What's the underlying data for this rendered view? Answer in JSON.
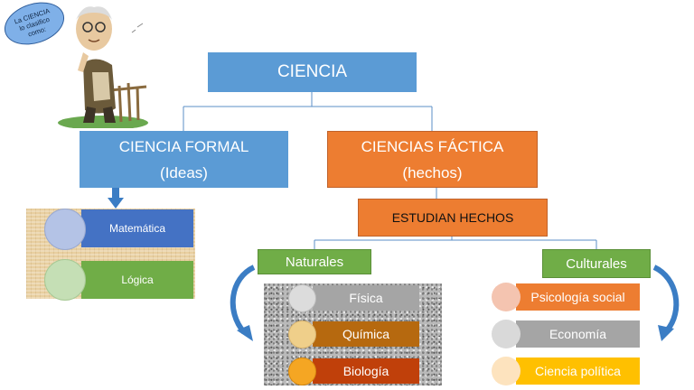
{
  "speech_bubble": {
    "text": "La CIENCIA lo clasifico como:"
  },
  "root": {
    "label": "CIENCIA"
  },
  "formal": {
    "line1": "CIENCIA FORMAL",
    "line2": "(Ideas)"
  },
  "factica": {
    "line1": "CIENCIAS FÁCTICA",
    "line2": "(hechos)"
  },
  "estudian": {
    "label": "ESTUDIAN HECHOS"
  },
  "naturales": {
    "label": "Naturales"
  },
  "culturales": {
    "label": "Culturales"
  },
  "formal_items": [
    {
      "label": "Matemática",
      "color": "#4472c4",
      "circle": "#b4c3e6"
    },
    {
      "label": "Lógica",
      "color": "#70ad47",
      "circle": "#c5dfb5"
    }
  ],
  "natural_items": [
    {
      "label": "Física",
      "color": "#a5a5a5",
      "circle": "#dcdcdc"
    },
    {
      "label": "Química",
      "color": "#b6690f",
      "circle": "#efcf8a"
    },
    {
      "label": "Biología",
      "color": "#c0400a",
      "circle": "#f5a623"
    }
  ],
  "cultural_items": [
    {
      "label": "Psicología social",
      "color": "#ed7d31",
      "circle": "#f4c4b0"
    },
    {
      "label": "Economía",
      "color": "#a5a5a5",
      "circle": "#d9d9d9"
    },
    {
      "label": "Ciencia política",
      "color": "#ffc000",
      "circle": "#fde3be"
    }
  ],
  "colors": {
    "blue": "#5b9bd5",
    "orange": "#ed7d31",
    "green": "#70ad47",
    "arrow": "#3b7dc4"
  }
}
